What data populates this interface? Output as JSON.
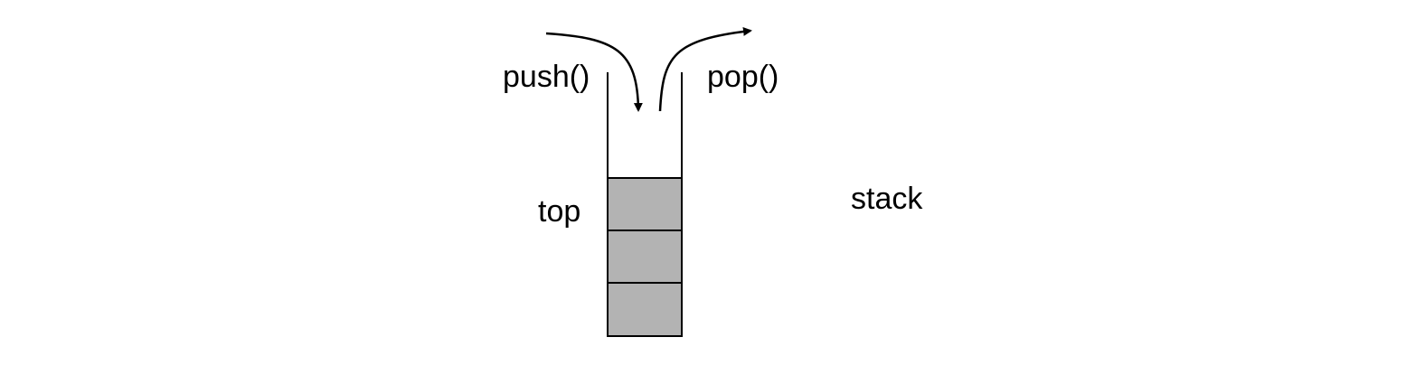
{
  "labels": {
    "push": "push()",
    "pop": "pop()",
    "top": "top",
    "stack": "stack"
  },
  "stack": {
    "element_count": 3,
    "element_fill": "#b3b3b3"
  },
  "colors": {
    "line": "#000000",
    "background": "#ffffff"
  }
}
